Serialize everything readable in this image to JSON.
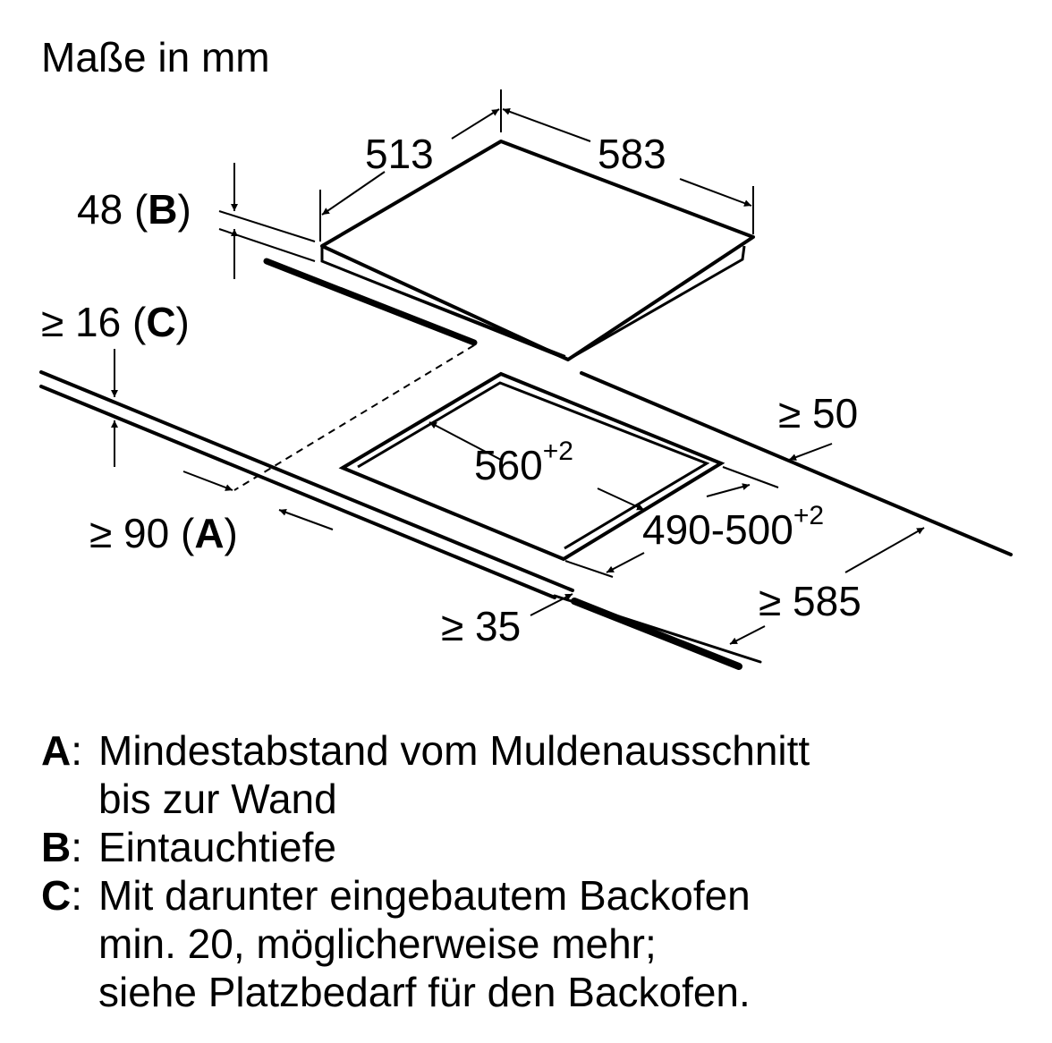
{
  "title": "Maße in mm",
  "dimensions": {
    "width": "513",
    "depth": "583",
    "immersion_depth": "48",
    "immersion_key": "B",
    "below_gap": "≥ 16",
    "below_key": "C",
    "wall_gap": "≥ 90",
    "wall_key": "A",
    "cutout_width": "560",
    "cutout_width_tol": "+2",
    "cutout_depth": "490-500",
    "cutout_depth_tol": "+2",
    "back_gap": "≥ 50",
    "counter_depth": "≥ 585",
    "front_gap": "≥ 35"
  },
  "legend": [
    {
      "key": "A",
      "lines": [
        "Mindestabstand vom Muldenausschnitt",
        "bis zur Wand"
      ]
    },
    {
      "key": "B",
      "lines": [
        "Eintauchtiefe"
      ]
    },
    {
      "key": "C",
      "lines": [
        "Mit darunter eingebautem Backofen",
        "min. 20, möglicherweise mehr;",
        "siehe Platzbedarf für den Backofen."
      ]
    }
  ]
}
